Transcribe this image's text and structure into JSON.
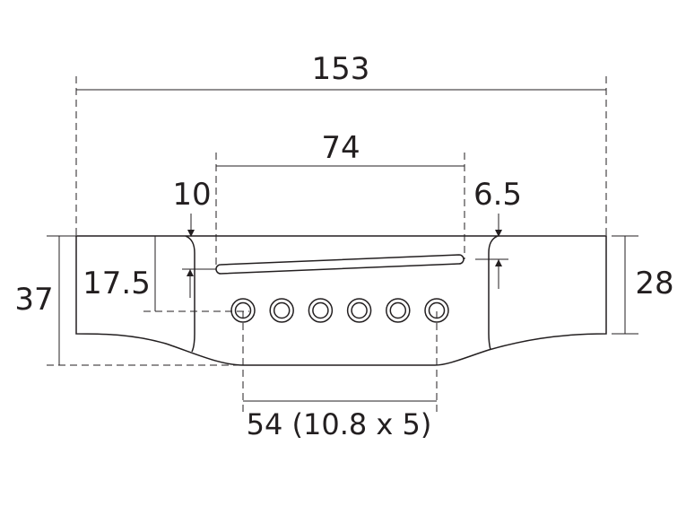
{
  "dimensions": {
    "overall_width": "153",
    "saddle_slot_length": "74",
    "left_edge_offset": "10",
    "right_edge_offset": "6.5",
    "overall_height": "37",
    "slot_to_pin_height": "17.5",
    "end_height": "28",
    "pin_spacing": "54 (10.8 x 5)"
  },
  "pins": {
    "count": 6
  }
}
